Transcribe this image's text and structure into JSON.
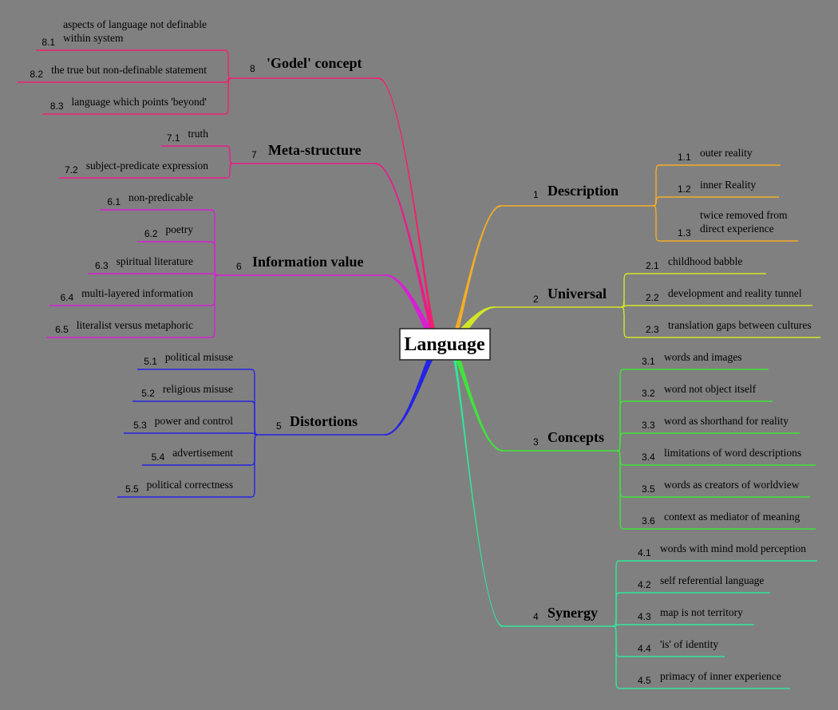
{
  "center": {
    "label": "Language"
  },
  "branches": [
    {
      "id": "1",
      "num": "1",
      "label": "Description",
      "color": "#f6ad25",
      "children": [
        {
          "num": "1.1",
          "lines": [
            "outer reality"
          ]
        },
        {
          "num": "1.2",
          "lines": [
            "inner Reality"
          ]
        },
        {
          "num": "1.3",
          "lines": [
            "twice removed from",
            "direct experience"
          ]
        }
      ]
    },
    {
      "id": "2",
      "num": "2",
      "label": "Universal",
      "color": "#d2e626",
      "children": [
        {
          "num": "2.1",
          "lines": [
            "childhood babble"
          ]
        },
        {
          "num": "2.2",
          "lines": [
            "development and reality tunnel"
          ]
        },
        {
          "num": "2.3",
          "lines": [
            "translation gaps between cultures"
          ]
        }
      ]
    },
    {
      "id": "3",
      "num": "3",
      "label": "Concepts",
      "color": "#3fe43a",
      "children": [
        {
          "num": "3.1",
          "lines": [
            "words and images"
          ]
        },
        {
          "num": "3.2",
          "lines": [
            "word not object itself"
          ]
        },
        {
          "num": "3.3",
          "lines": [
            "word as shorthand for reality"
          ]
        },
        {
          "num": "3.4",
          "lines": [
            "limitations of word descriptions"
          ]
        },
        {
          "num": "3.5",
          "lines": [
            "words as creators of worldview"
          ]
        },
        {
          "num": "3.6",
          "lines": [
            "context as mediator of meaning"
          ]
        }
      ]
    },
    {
      "id": "4",
      "num": "4",
      "label": "Synergy",
      "color": "#2fe89a",
      "children": [
        {
          "num": "4.1",
          "lines": [
            "words with mind mold perception"
          ]
        },
        {
          "num": "4.2",
          "lines": [
            "self referential language"
          ]
        },
        {
          "num": "4.3",
          "lines": [
            "map is not territory"
          ]
        },
        {
          "num": "4.4",
          "lines": [
            "'is' of identity"
          ]
        },
        {
          "num": "4.5",
          "lines": [
            "primacy of inner experience"
          ]
        }
      ]
    },
    {
      "id": "5",
      "num": "5",
      "label": "Distortions",
      "color": "#2424e6",
      "children": [
        {
          "num": "5.1",
          "lines": [
            "political misuse"
          ]
        },
        {
          "num": "5.2",
          "lines": [
            "religious misuse"
          ]
        },
        {
          "num": "5.3",
          "lines": [
            "power and control"
          ]
        },
        {
          "num": "5.4",
          "lines": [
            "advertisement"
          ]
        },
        {
          "num": "5.5",
          "lines": [
            "political correctness"
          ]
        }
      ]
    },
    {
      "id": "6",
      "num": "6",
      "label": "Information value",
      "color": "#d81fd6",
      "children": [
        {
          "num": "6.1",
          "lines": [
            "non-predicable"
          ]
        },
        {
          "num": "6.2",
          "lines": [
            "poetry"
          ]
        },
        {
          "num": "6.3",
          "lines": [
            "spiritual literature"
          ]
        },
        {
          "num": "6.4",
          "lines": [
            "multi-layered information"
          ]
        },
        {
          "num": "6.5",
          "lines": [
            "literalist versus metaphoric"
          ]
        }
      ]
    },
    {
      "id": "7",
      "num": "7",
      "label": "Meta-structure",
      "color": "#ea1b8b",
      "children": [
        {
          "num": "7.1",
          "lines": [
            "truth"
          ]
        },
        {
          "num": "7.2",
          "lines": [
            "subject-predicate expression"
          ]
        }
      ]
    },
    {
      "id": "8",
      "num": "8",
      "label": "'Godel' concept",
      "color": "#f51e6e",
      "children": [
        {
          "num": "8.1",
          "lines": [
            "aspects of language not definable",
            "within system"
          ]
        },
        {
          "num": "8.2",
          "lines": [
            "the true but non-definable statement"
          ]
        },
        {
          "num": "8.3",
          "lines": [
            "language which points 'beyond'"
          ]
        }
      ]
    }
  ]
}
